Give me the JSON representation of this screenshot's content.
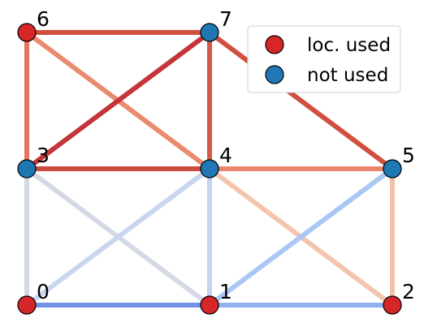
{
  "nodes": [
    {
      "id": "0",
      "label": "0",
      "status": "used"
    },
    {
      "id": "1",
      "label": "1",
      "status": "used"
    },
    {
      "id": "2",
      "label": "2",
      "status": "used"
    },
    {
      "id": "3",
      "label": "3",
      "status": "not_used"
    },
    {
      "id": "4",
      "label": "4",
      "status": "not_used"
    },
    {
      "id": "5",
      "label": "5",
      "status": "not_used"
    },
    {
      "id": "6",
      "label": "6",
      "status": "used"
    },
    {
      "id": "7",
      "label": "7",
      "status": "not_used"
    }
  ],
  "edges": [
    {
      "source": "6",
      "target": "7",
      "color": "#d0503f"
    },
    {
      "source": "6",
      "target": "3",
      "color": "#e6735c"
    },
    {
      "source": "6",
      "target": "4",
      "color": "#ea8a6f"
    },
    {
      "source": "7",
      "target": "3",
      "color": "#c4353a"
    },
    {
      "source": "7",
      "target": "4",
      "color": "#d45a48"
    },
    {
      "source": "7",
      "target": "5",
      "color": "#d0503f"
    },
    {
      "source": "3",
      "target": "4",
      "color": "#cf4a3f"
    },
    {
      "source": "4",
      "target": "5",
      "color": "#e9866c"
    },
    {
      "source": "3",
      "target": "0",
      "color": "#d3d9e4"
    },
    {
      "source": "3",
      "target": "1",
      "color": "#d3dae6"
    },
    {
      "source": "4",
      "target": "0",
      "color": "#c8d6ee"
    },
    {
      "source": "4",
      "target": "1",
      "color": "#c3d4f0"
    },
    {
      "source": "4",
      "target": "2",
      "color": "#f4c4ad"
    },
    {
      "source": "5",
      "target": "1",
      "color": "#aac7f4"
    },
    {
      "source": "5",
      "target": "2",
      "color": "#f1c2ab"
    },
    {
      "source": "0",
      "target": "1",
      "color": "#6f92e6"
    },
    {
      "source": "1",
      "target": "2",
      "color": "#91b1f0"
    }
  ],
  "legend": {
    "items": [
      {
        "status": "used",
        "label": "loc. used"
      },
      {
        "status": "not_used",
        "label": "not used"
      }
    ]
  },
  "colors": {
    "used": "#d62728",
    "not_used": "#1f77b4",
    "node_outline": "#000000"
  }
}
